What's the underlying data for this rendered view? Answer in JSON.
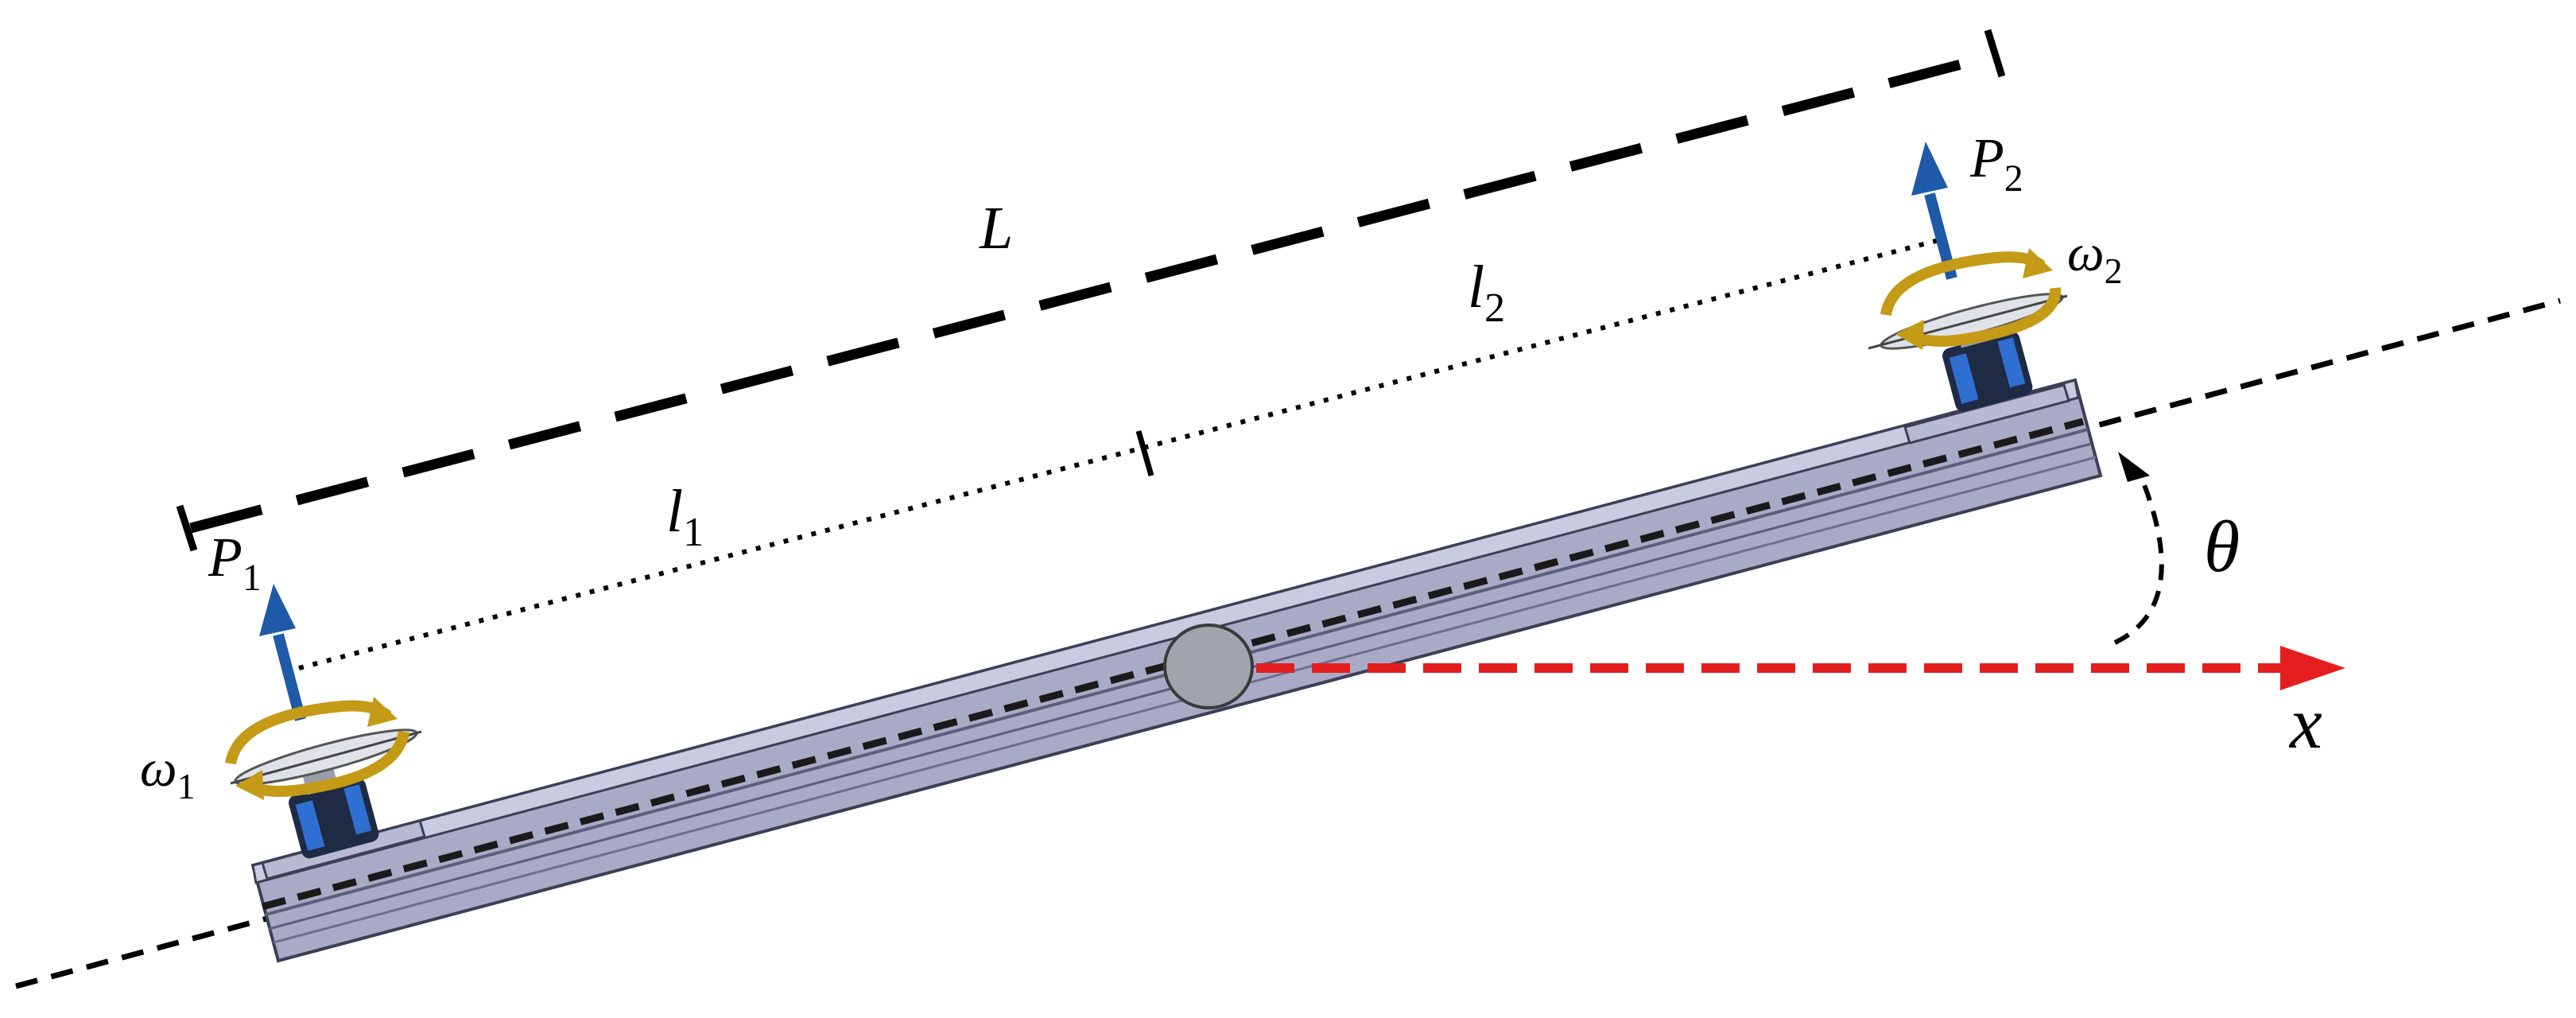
{
  "labels": {
    "total_length": "L",
    "arm_1": "l",
    "arm_1_sub": "1",
    "arm_2": "l",
    "arm_2_sub": "2",
    "thrust_1": "P",
    "thrust_1_sub": "1",
    "thrust_2": "P",
    "thrust_2_sub": "2",
    "rotor_speed_1": "ω",
    "rotor_speed_1_sub": "1",
    "rotor_speed_2": "ω",
    "rotor_speed_2_sub": "2",
    "angle": "θ",
    "x_axis": "x"
  },
  "colors": {
    "beam_fill": "#a9abc6",
    "beam_dark": "#7b7e9c",
    "thrust_arrow": "#1f5aa8",
    "rotation_arrow": "#c49a16",
    "x_axis": "#e41e1e",
    "pivot": "#a0a4ab",
    "line": "#000000"
  }
}
